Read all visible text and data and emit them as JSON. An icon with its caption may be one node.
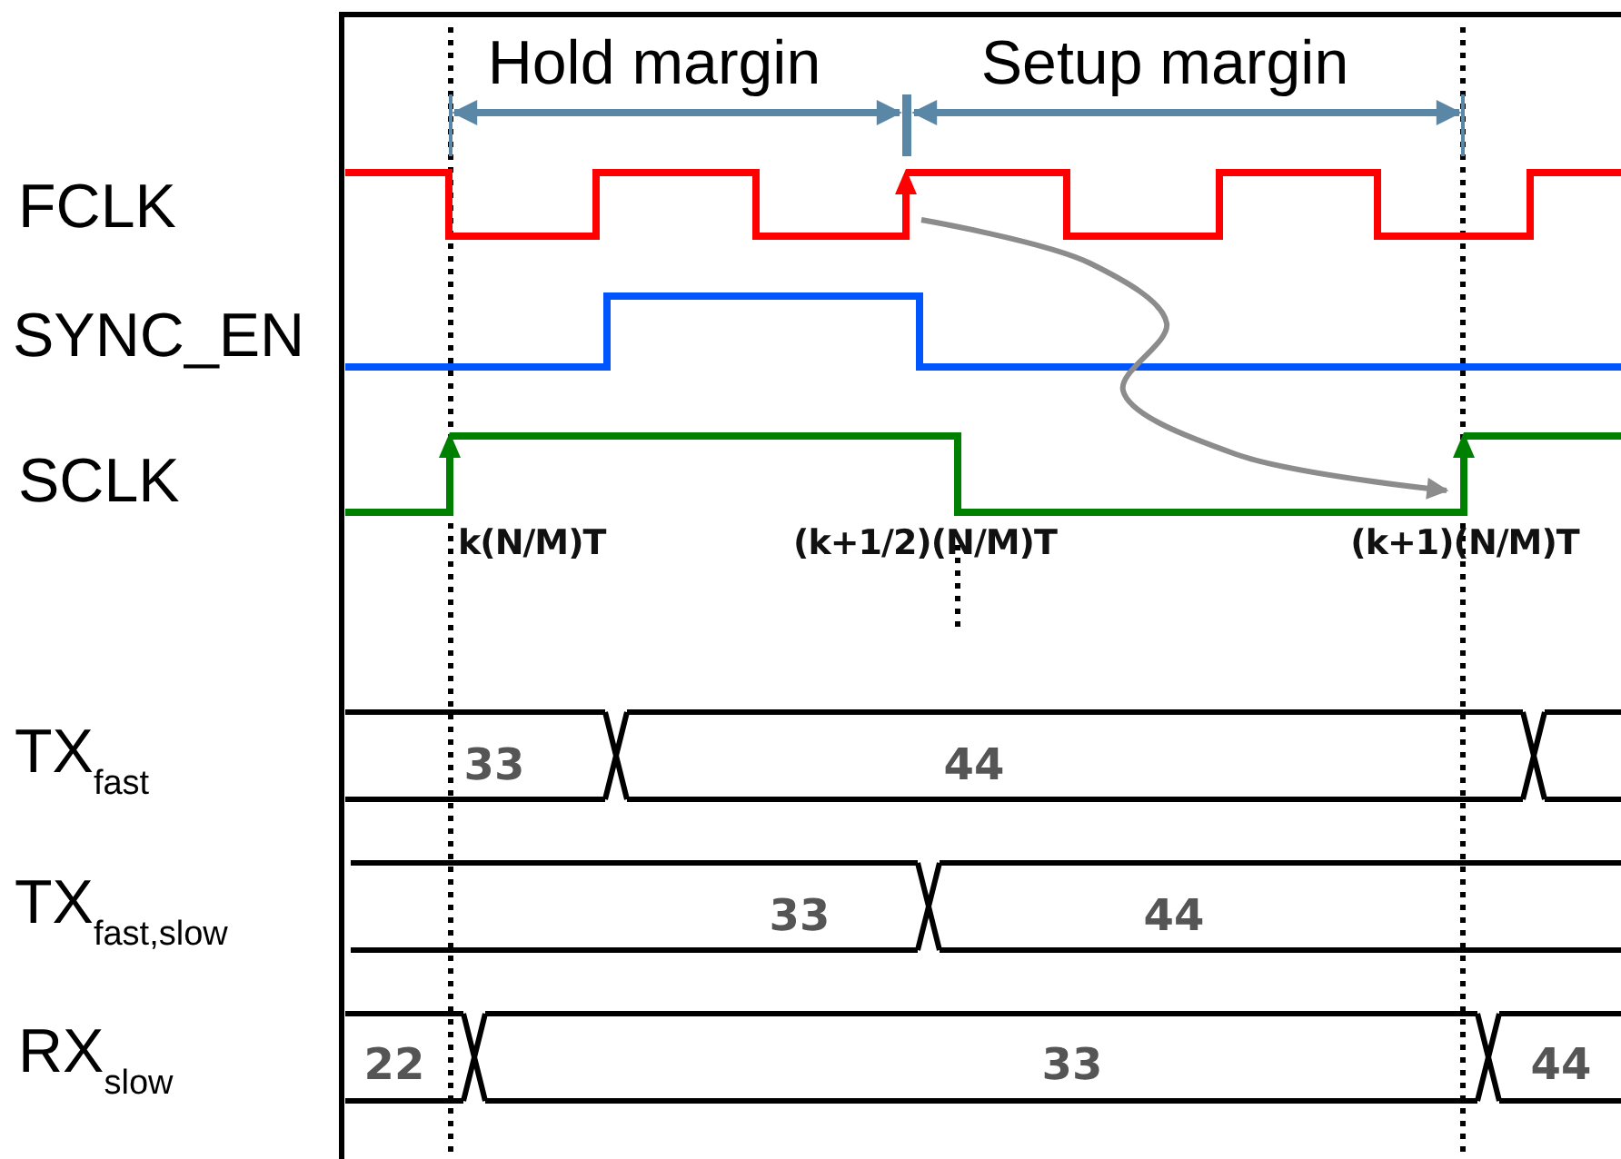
{
  "diagram": {
    "nodes": [
      {
        "text": [],
        "shape": "line"
      },
      {
        "text": [],
        "shape": "line"
      },
      {
        "text": [],
        "shape": "line"
      }
    ],
    "edges": [
      {
        "from": 0,
        "to": 2,
        "arrow": "to",
        "color": "#8c8c8c"
      }
    ],
    "labels": [
      "Hold margin",
      "Setup margin",
      "FCLK",
      "SYNC_EN",
      "SCLK",
      "k(N/M)T",
      "(k+1/2)(N/M)T",
      "(k+1)(N/M)T",
      "TX$_{fast}$",
      "33",
      "44",
      "TX$_{fast,slow}$",
      "33",
      "44",
      "RX$_{slow}$",
      "22",
      "33",
      "44"
    ]
  }
}
